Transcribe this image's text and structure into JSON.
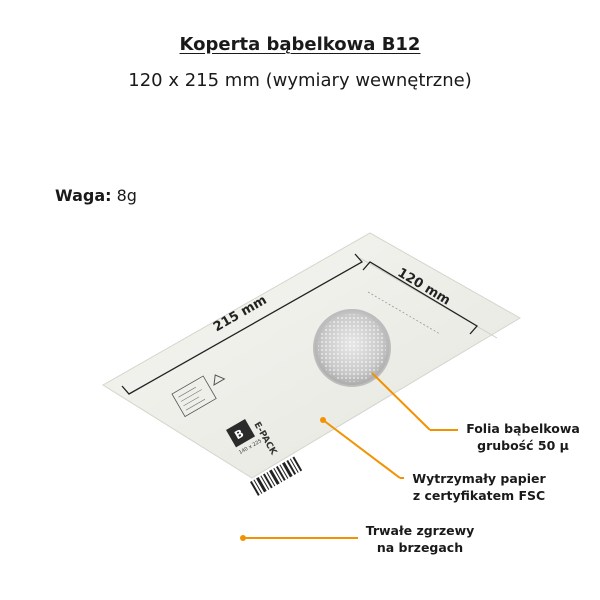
{
  "title": "Koperta bąbelkowa B12",
  "subtitle": "120 x 215 mm (wymiary wewnętrzne)",
  "weight": {
    "label": "Waga:",
    "value": "8g"
  },
  "dimensions": {
    "width_label": "120 mm",
    "length_label": "215 mm"
  },
  "envelope": {
    "brand": "E-PACK",
    "size_badge_top": "B",
    "size_badge_code": "140 x 225"
  },
  "callouts": [
    {
      "line1": "Folia bąbelkowa",
      "line2": "grubość 50 µ"
    },
    {
      "line1": "Wytrzymały papier",
      "line2": "z certyfikatem FSC"
    },
    {
      "line1": "Trwałe zgrzewy",
      "line2": "na brzegach"
    }
  ],
  "colors": {
    "accent": "#f39200",
    "envelope": "#f3f3ee",
    "text": "#1a1a1a"
  }
}
